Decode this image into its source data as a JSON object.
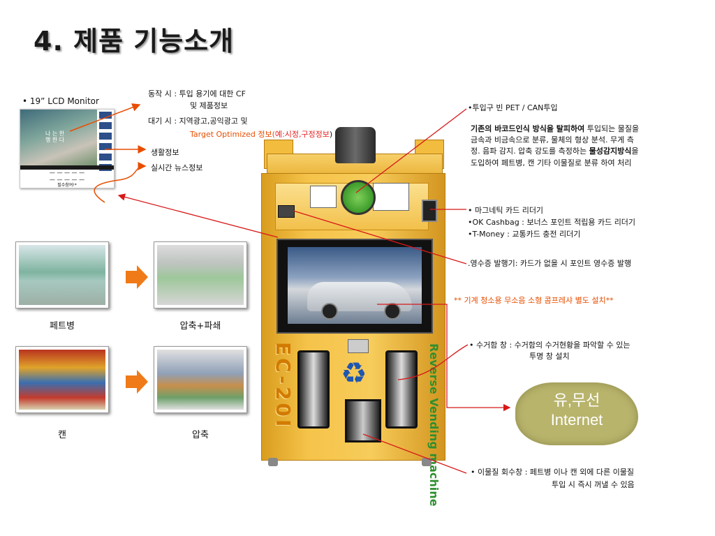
{
  "title": "4. 제품 기능소개",
  "lcd": {
    "label": "• 19” LCD Monitor",
    "screen_text": "나 는 한 행 한 다",
    "bottom_dashes": "— — — — —",
    "bottom_dashes2": "— — — — —",
    "bottom_caption": "필수참여!*"
  },
  "lcd_notes": {
    "operation_line1": "동작 시 : 투입 용기에 대한 CF",
    "operation_line2": "및 제품정보",
    "standby_line1": "대기 시 : 지역광고,공익광고 및",
    "standby_line2_prefix": "Target Optimized 정보(",
    "standby_line2_example": "예:시정,구정정보",
    "standby_line2_suffix": ")",
    "life_info": "생활정보",
    "news_info": "실시간 뉴스정보"
  },
  "photos": {
    "pet_label": "페트병",
    "pet_crushed_label": "압축+파쇄",
    "can_label": "캔",
    "can_crushed_label": "압축"
  },
  "right_notes": {
    "inlet_title": "•투입구   빈 PET / CAN투입",
    "inlet_desc_1_bold": "기존의 바코드인식 방식을 탈피하여",
    "inlet_desc_1_rest": " 투입되는 물질을",
    "inlet_desc_2": "금속과 비금속으로 분류, 물체의 형상 분석. 무게 측",
    "inlet_desc_3_pre": "정. 음파 감지. 압축 강도를 측정하는 ",
    "inlet_desc_3_bold": "물성감지방식",
    "inlet_desc_3_post": "을",
    "inlet_desc_4": "도입하여 페트병, 캔 기타 이물질로 분류 하여 처리",
    "card_1": "• 마그네틱 카드 리더기",
    "card_2": "•OK Cashbag :  보너스 포인트 적립용 카드 리더기",
    "card_3": "•T-Money :  교통카드 충전 리더기",
    "receipt": ".영수증 발행기: 카드가 없을 시 포인트 영수증 발행",
    "compressor": "** 기계 청소용 무소음 소형 콤프레샤 별도 설치**",
    "bin_window_1": "• 수거함 창 : 수거함의 수거현황을 파악할 수 있는",
    "bin_window_2": "투명 창 설치",
    "reject_1": "• 이물질 회수창 : 페트병 이나 캔 외에 다른 이물질",
    "reject_2": "투입 시 즉시 꺼낼 수 있음"
  },
  "machine": {
    "model": "EC-20I",
    "side_text": "Reverse Vending machine",
    "recycle_symbol": "♻"
  },
  "cloud": {
    "line1": "유,무선",
    "line2": "Internet"
  },
  "colors": {
    "orange": "#e84d00",
    "red": "#e82020",
    "machine_yellow": "#f5c34a",
    "cloud": "#b8b46c"
  }
}
